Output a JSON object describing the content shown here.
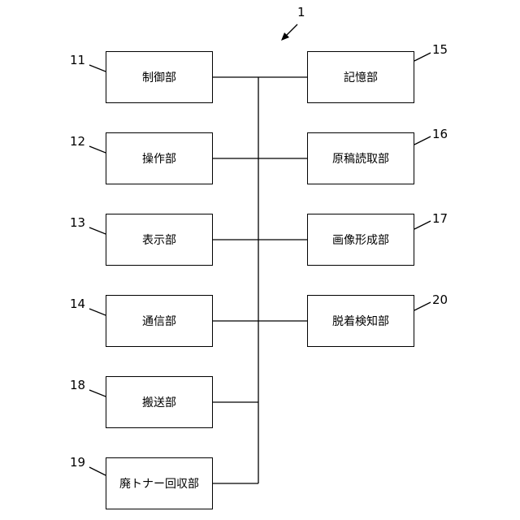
{
  "figure": {
    "system_ref": "1",
    "left_blocks": [
      {
        "ref": "11",
        "label": "制御部"
      },
      {
        "ref": "12",
        "label": "操作部"
      },
      {
        "ref": "13",
        "label": "表示部"
      },
      {
        "ref": "14",
        "label": "通信部"
      },
      {
        "ref": "18",
        "label": "搬送部"
      },
      {
        "ref": "19",
        "label": "廃トナー回収部"
      }
    ],
    "right_blocks": [
      {
        "ref": "15",
        "label": "記憶部"
      },
      {
        "ref": "16",
        "label": "原稿読取部"
      },
      {
        "ref": "17",
        "label": "画像形成部"
      },
      {
        "ref": "20",
        "label": "脱着検知部"
      }
    ]
  }
}
